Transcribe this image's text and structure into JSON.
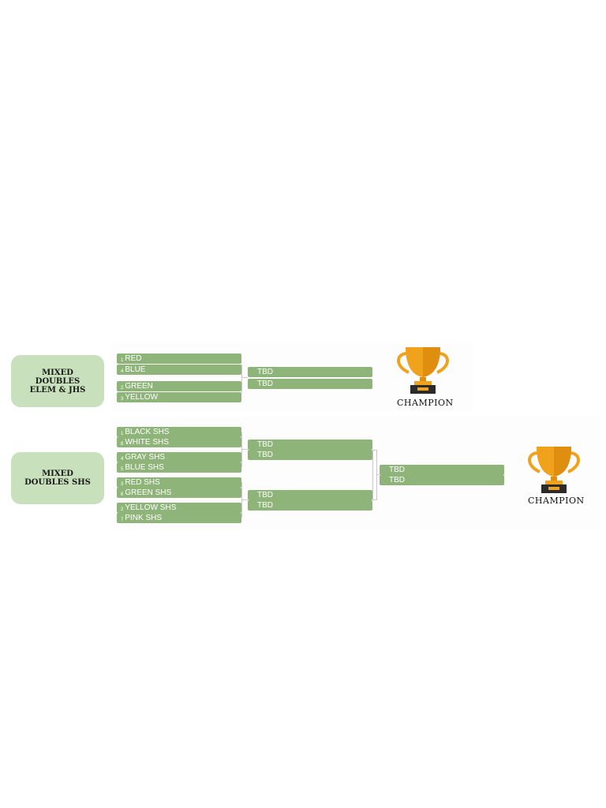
{
  "brackets": {
    "elem_jhs": {
      "label": "MIXED\nDOUBLES\nELEM & JHS",
      "round1": [
        {
          "seed": "1",
          "name": "RED"
        },
        {
          "seed": "4",
          "name": "BLUE"
        },
        {
          "seed": "2",
          "name": "GREEN"
        },
        {
          "seed": "3",
          "name": "YELLOW"
        }
      ],
      "round2": [
        "TBD",
        "TBD"
      ],
      "champion": "CHAMPION"
    },
    "shs": {
      "label": "MIXED\nDOUBLES SHS",
      "round1": [
        {
          "seed": "1",
          "name": "BLACK SHS"
        },
        {
          "seed": "8",
          "name": "WHITE SHS"
        },
        {
          "seed": "4",
          "name": "GRAY SHS"
        },
        {
          "seed": "5",
          "name": "BLUE SHS"
        },
        {
          "seed": "3",
          "name": "RED SHS"
        },
        {
          "seed": "6",
          "name": "GREEN SHS"
        },
        {
          "seed": "2",
          "name": "YELLOW SHS"
        },
        {
          "seed": "7",
          "name": "PINK SHS"
        }
      ],
      "round2": [
        "TBD",
        "TBD",
        "TBD",
        "TBD"
      ],
      "round3": [
        "TBD",
        "TBD"
      ],
      "champion": "CHAMPION"
    }
  },
  "colors": {
    "slot": "#8fb47a",
    "label_box": "#c8e0bc",
    "trophy_gold": "#f0a21c",
    "trophy_base": "#2b2b2b"
  },
  "icons": {
    "trophy": "trophy-icon"
  }
}
